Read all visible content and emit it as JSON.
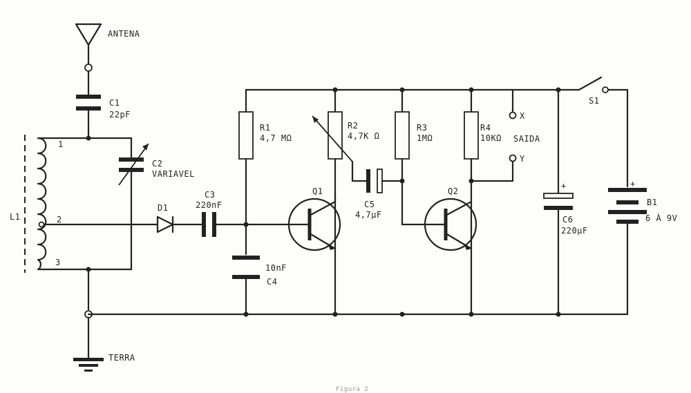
{
  "labels": {
    "antenna": "ANTENA",
    "ground": "TERRA",
    "c1_name": "C1",
    "c1_value": "22pF",
    "c2_name": "C2",
    "c2_value": "VARIAVEL",
    "l1": "L1",
    "tap1": "1",
    "tap2": "2",
    "tap3": "3",
    "d1": "D1",
    "c3_name": "C3",
    "c3_value": "220nF",
    "c4_value": "10nF",
    "c4_name": "C4",
    "r1_name": "R1",
    "r1_value": "4,7 MΩ",
    "r2_name": "R2",
    "r2_value": "4,7K Ω",
    "r3_name": "R3",
    "r3_value": "1MΩ",
    "r4_name": "R4",
    "r4_value": "10KΩ",
    "q1": "Q1",
    "q2": "Q2",
    "c5_name": "C5",
    "c5_value": "4,7μF",
    "x": "X",
    "y": "Y",
    "output": "SAIDA",
    "s1": "S1",
    "c6_name": "C6",
    "c6_value": "220μF",
    "c6_plus": "+",
    "b1_name": "B1",
    "b1_value": "6 À 9V",
    "b1_plus": "+",
    "caption": "Figura 2"
  }
}
